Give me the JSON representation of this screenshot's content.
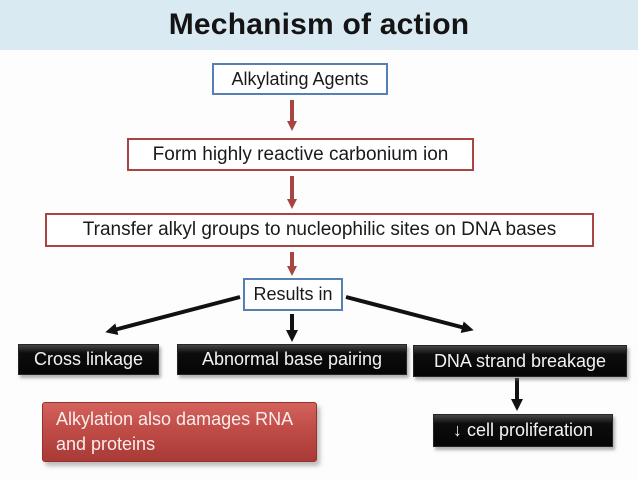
{
  "slide": {
    "title": "Mechanism of action"
  },
  "diagram": {
    "step1": "Alkylating Agents",
    "step2": "Form highly reactive carbonium ion",
    "step3": "Transfer alkyl groups to nucleophilic sites on DNA bases",
    "step4": "Results in",
    "outcomes": [
      {
        "label": "Cross linkage"
      },
      {
        "label": "Abnormal base pairing"
      },
      {
        "label": "DNA strand breakage"
      }
    ],
    "outcome_followup": "↓ cell proliferation",
    "note": "Alkylation also damages RNA and proteins"
  },
  "colors": {
    "header_background": "#d9eaf2",
    "blue_box_border": "#5580b1",
    "red_accent": "#a84542",
    "black_box_background": "#0d0d0d",
    "note_box_red": "#b5423d"
  }
}
